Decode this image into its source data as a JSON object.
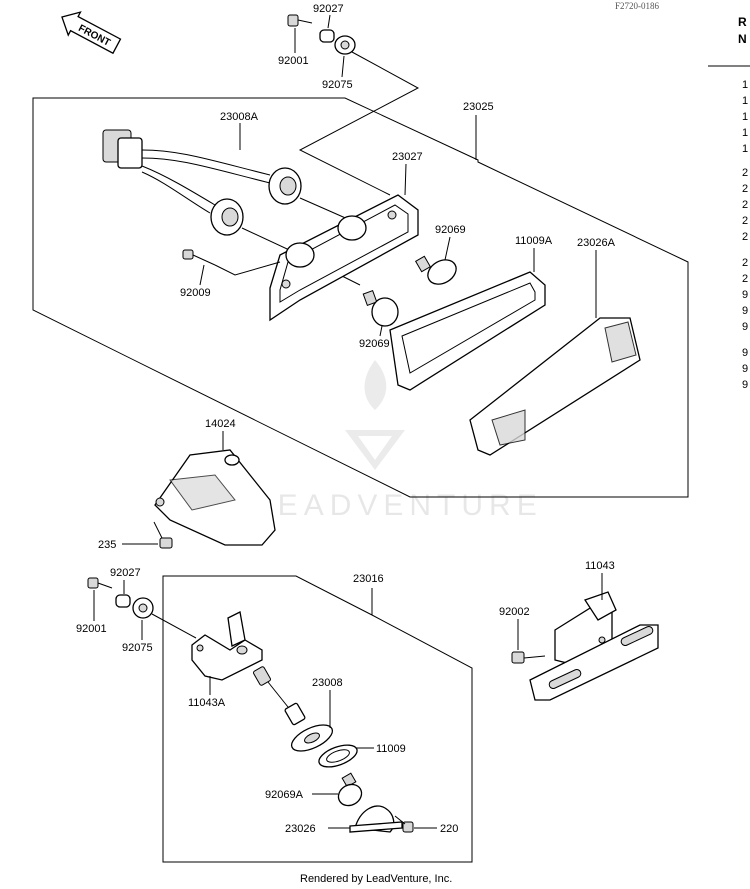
{
  "ref_code": "F2720-0186",
  "front_arrow": "FRONT",
  "table_header": [
    "R",
    "N"
  ],
  "table_rows": [
    "1",
    "1",
    "1",
    "1",
    "1",
    "2",
    "2",
    "2",
    "2",
    "2",
    "2",
    "2",
    "9",
    "9",
    "9",
    "9",
    "9",
    "9"
  ],
  "labels": {
    "l92027_top": "92027",
    "l92001_top": "92001",
    "l92075_top": "92075",
    "l23025": "23025",
    "l23008A": "23008A",
    "l23027": "23027",
    "l92069_a": "92069",
    "l11009A": "11009A",
    "l23026A": "23026A",
    "l92009": "92009",
    "l92069_b": "92069",
    "l14024": "14024",
    "l235": "235",
    "l92027_bot": "92027",
    "l92001_bot": "92001",
    "l92075_bot": "92075",
    "l23016": "23016",
    "l11043": "11043",
    "l92002": "92002",
    "l11043A": "11043A",
    "l23008": "23008",
    "l11009": "11009",
    "l92069A": "92069A",
    "l23026": "23026",
    "l220": "220"
  },
  "watermark": "LEADVENTURE",
  "footer": "Rendered by LeadVenture, Inc."
}
